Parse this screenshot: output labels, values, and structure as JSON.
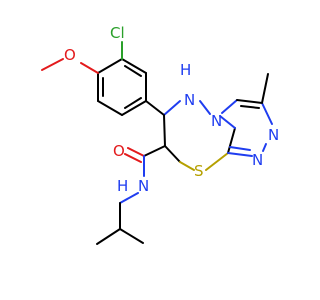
{
  "molecule": {
    "atom_labels": {
      "cl": "Cl",
      "o_methoxy": "O",
      "nh_ring": "H",
      "nh_ring_n": "N",
      "n_bridge": "N",
      "n_triazole_1": "N",
      "n_triazole_2": "N",
      "s_ring": "S",
      "o_carbonyl": "O",
      "n_amide": "N",
      "h_amide": "H"
    },
    "colors": {
      "carbon_bond": "#000000",
      "oxygen": "#e31a1c",
      "nitrogen": "#1f3df0",
      "sulfur": "#b5a000",
      "chlorine": "#2aa02a"
    }
  }
}
